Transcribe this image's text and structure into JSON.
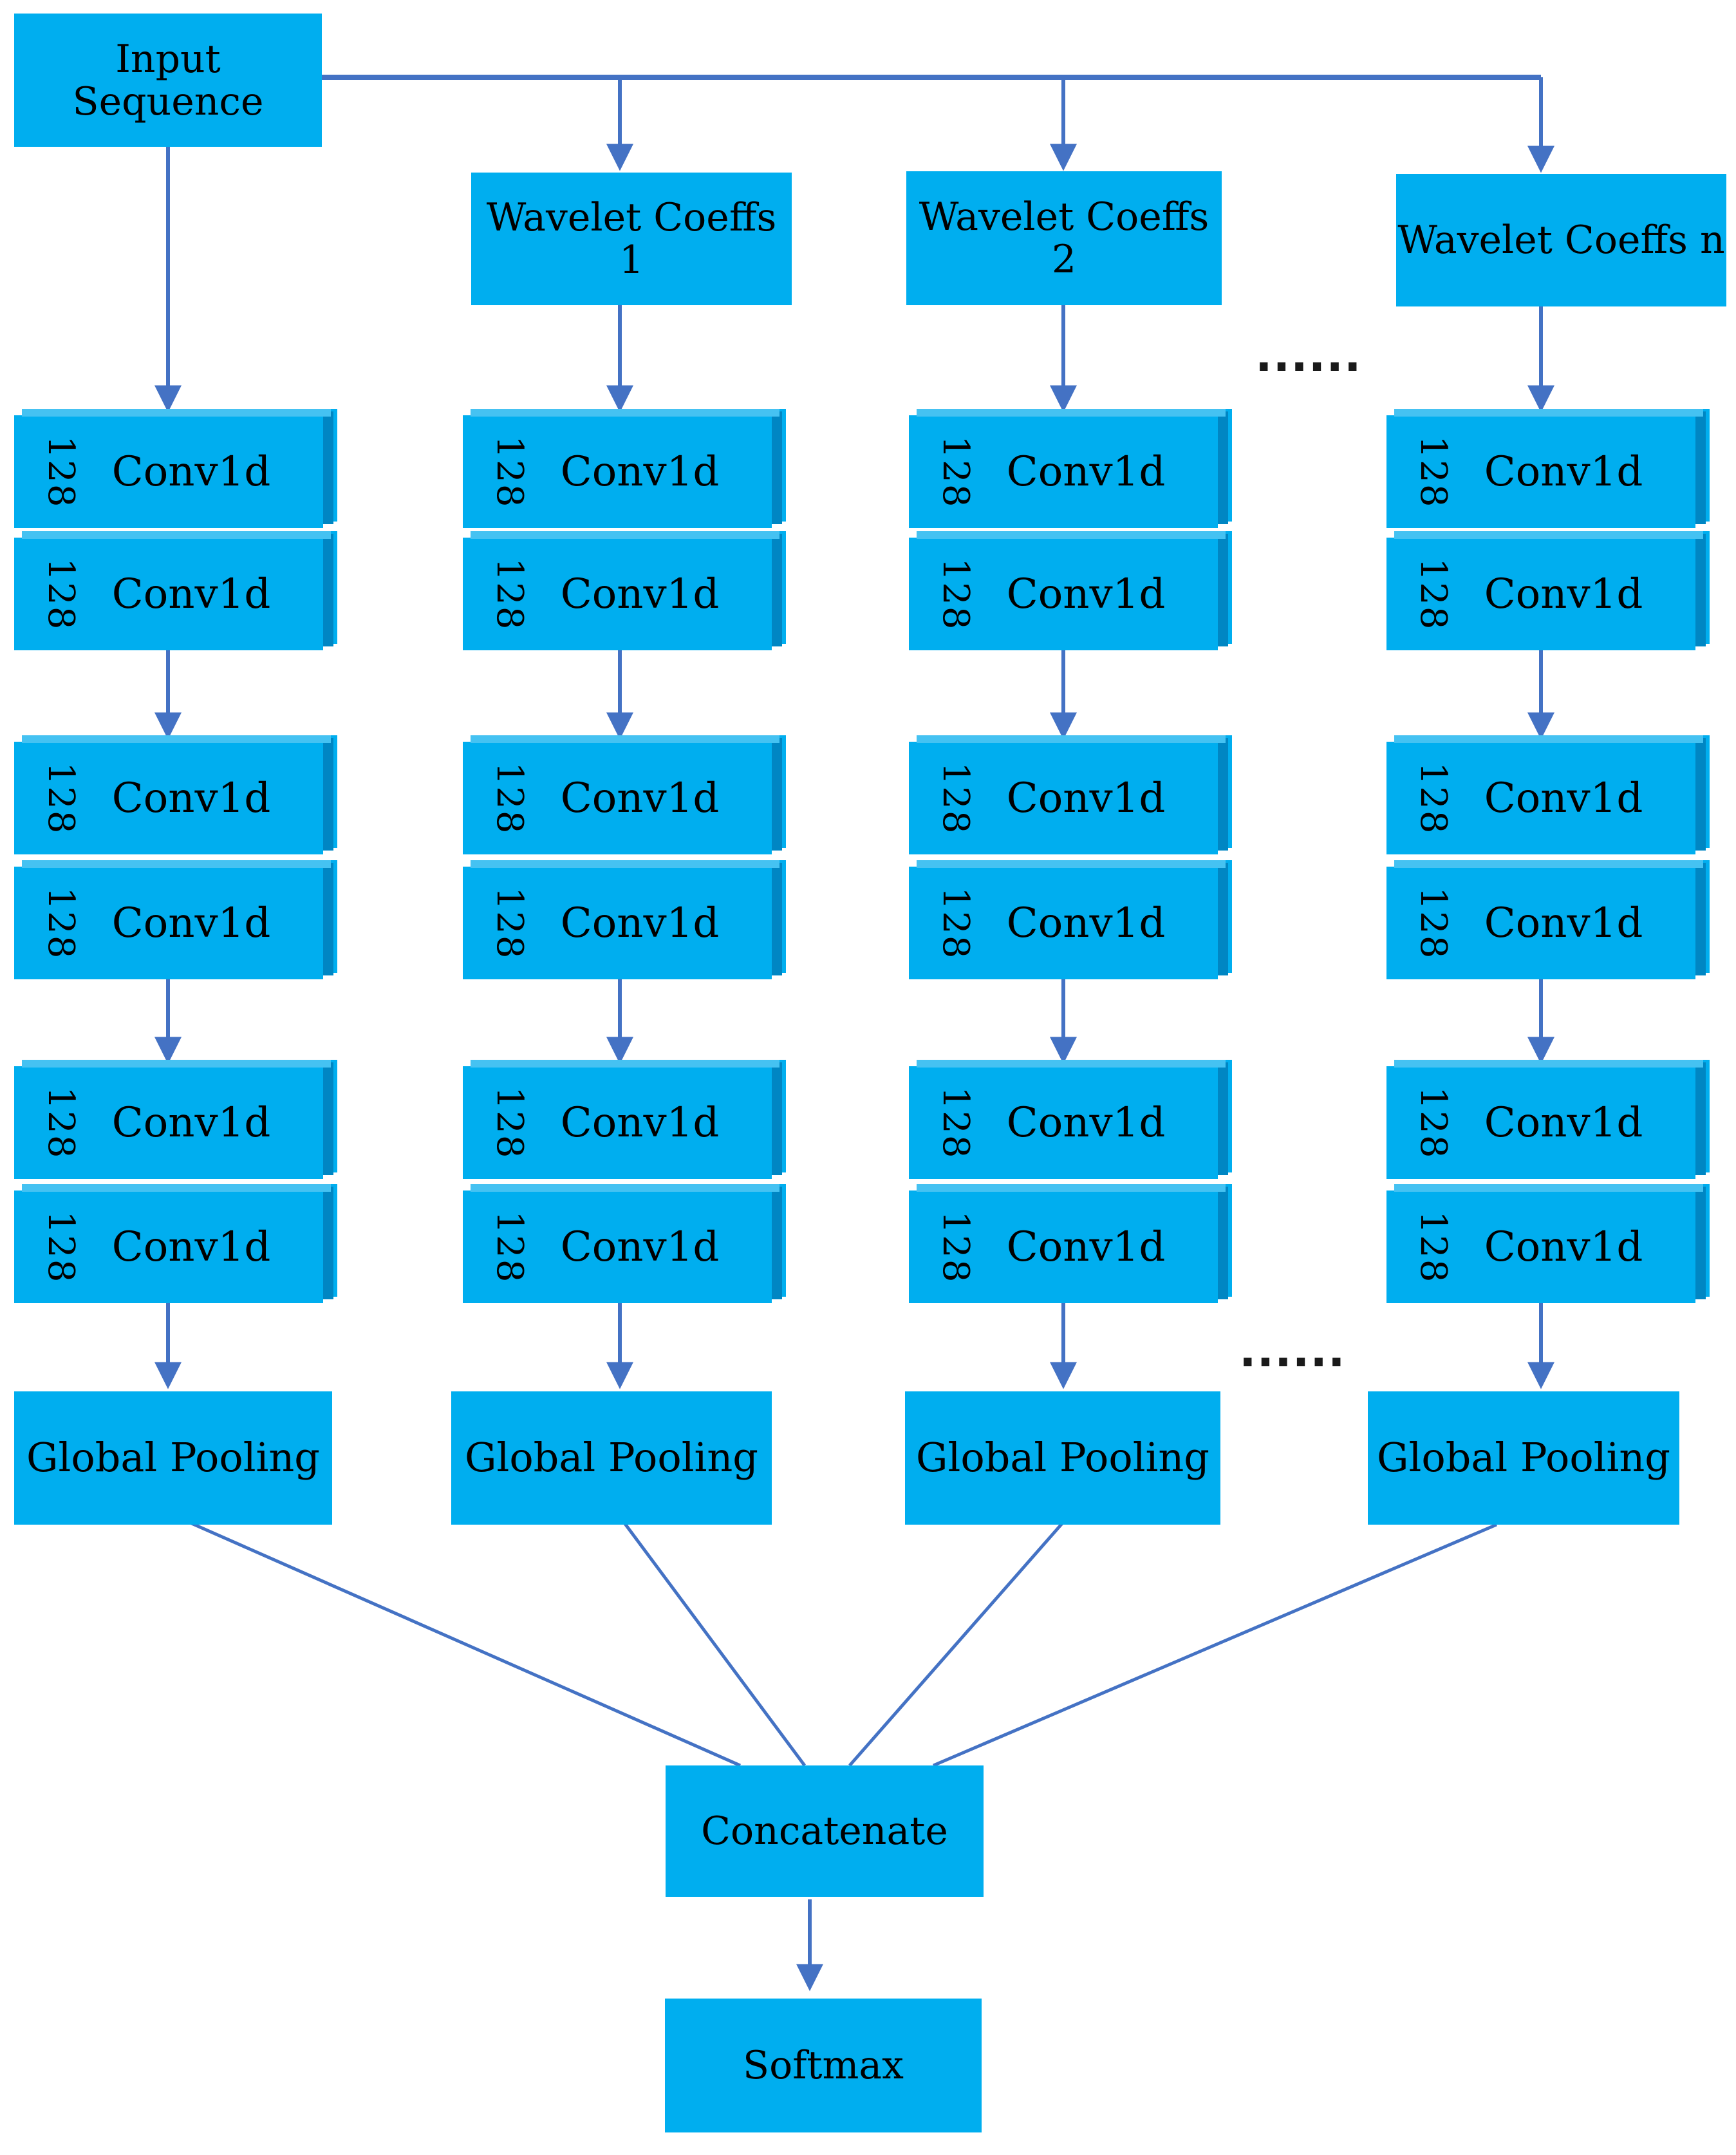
{
  "colors": {
    "box_fill": "#00AEEF",
    "box_top_face": "#45C2F2",
    "box_side_face": "#0086C3",
    "connector": "#4472C4",
    "text": "#000000",
    "dots": "#1a1a1a"
  },
  "columns": [
    {
      "header": "Input Sequence",
      "bar_filters": "128",
      "bar_label": "Conv1d",
      "pool_label": "Global Pooling"
    },
    {
      "header": "Wavelet Coeffs 1",
      "bar_filters": "128",
      "bar_label": "Conv1d",
      "pool_label": "Global Pooling"
    },
    {
      "header": "Wavelet Coeffs 2",
      "bar_filters": "128",
      "bar_label": "Conv1d",
      "pool_label": "Global Pooling"
    },
    {
      "header": "Wavelet Coeffs n",
      "bar_filters": "128",
      "bar_label": "Conv1d",
      "pool_label": "Global Pooling"
    }
  ],
  "ellipsis": "......",
  "merge": {
    "concatenate_label": "Concatenate",
    "softmax_label": "Softmax"
  }
}
